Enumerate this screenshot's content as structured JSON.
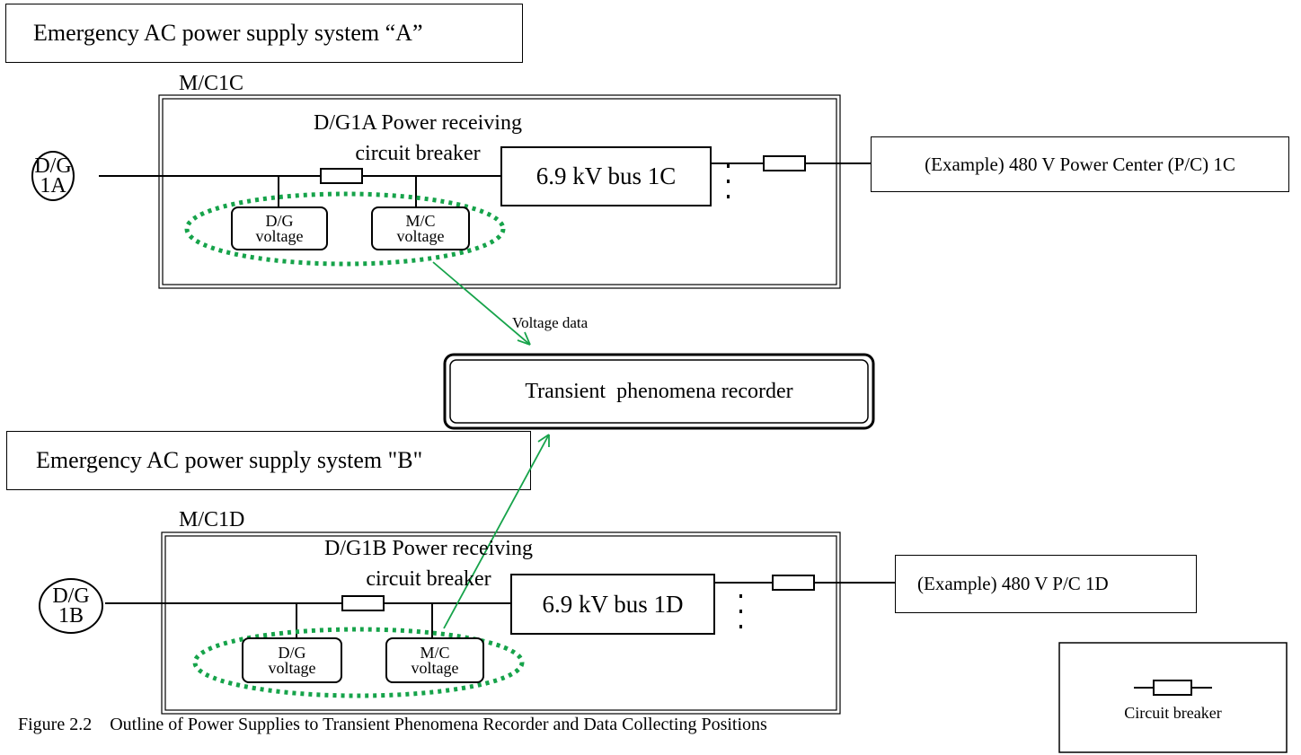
{
  "system_a": {
    "label": "Emergency AC power supply system “A”",
    "mc_title": "M/C1C",
    "dg": [
      "D/G",
      "1A"
    ],
    "cb_label": [
      "D/G1A Power receiving",
      "circuit breaker"
    ],
    "bus": "6.9 kV bus 1C",
    "load": "(Example) 480 V Power Center (P/C) 1C",
    "dg_voltage": [
      "D/G",
      "voltage"
    ],
    "mc_voltage": [
      "M/C",
      "voltage"
    ]
  },
  "system_b": {
    "label": "Emergency AC power supply system \"B\"",
    "mc_title": "M/C1D",
    "dg": [
      "D/G",
      "1B"
    ],
    "cb_label": [
      "D/G1B Power receiving",
      "circuit breaker"
    ],
    "bus": "6.9 kV bus 1D",
    "load": "(Example) 480 V P/C 1D",
    "dg_voltage": [
      "D/G",
      "voltage"
    ],
    "mc_voltage": [
      "M/C",
      "voltage"
    ]
  },
  "recorder": "Transient  phenomena recorder",
  "voltage_data": "Voltage data",
  "legend": {
    "label": "Circuit breaker"
  },
  "caption": "Figure 2.2    Outline of Power Supplies to Transient Phenomena Recorder and Data Collecting Positions",
  "colors": {
    "line": "#000000",
    "signal": "#16a34a",
    "dotted": "#16a34a"
  }
}
